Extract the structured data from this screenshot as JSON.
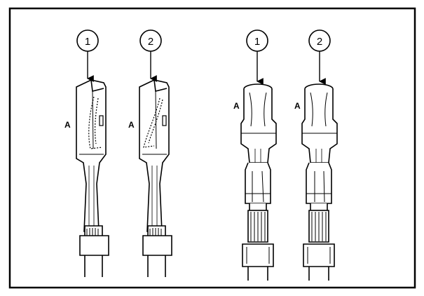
{
  "callouts": [
    {
      "number": "1"
    },
    {
      "number": "2"
    },
    {
      "number": "1"
    },
    {
      "number": "2"
    }
  ],
  "side_labels": [
    "A",
    "A",
    "A",
    "A"
  ],
  "colors": {
    "outline": "#000000",
    "background": "#ffffff",
    "terminal_fill": "#ffffff"
  }
}
